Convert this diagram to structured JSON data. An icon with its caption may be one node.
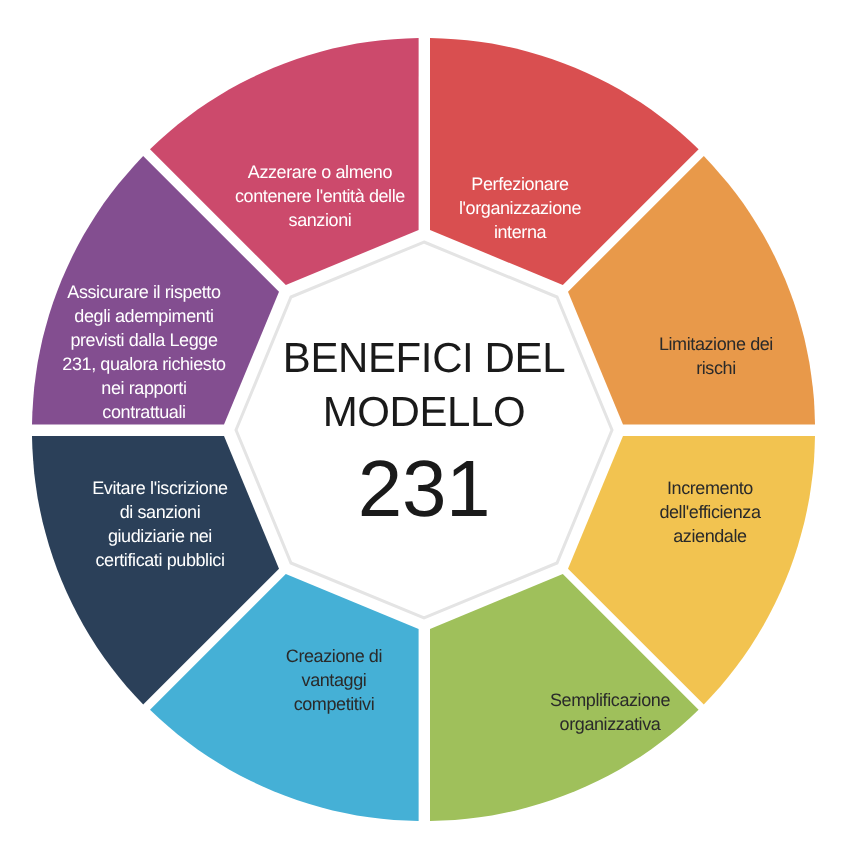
{
  "diagram": {
    "nodes": [
      {
        "text": [
          "BENEFICI DEL MODELLO",
          "231"
        ]
      },
      {
        "text": [
          "Azzerare o almeno contenere l'entità delle sanzioni"
        ]
      },
      {
        "text": [
          "Perfezionare l'organizzazione interna"
        ]
      },
      {
        "text": [
          "Limitazione dei rischi"
        ]
      },
      {
        "text": [
          "Incremento dell'efficienza aziendale"
        ]
      },
      {
        "text": [
          "Semplificazione organizzativa"
        ]
      },
      {
        "text": [
          "Creazione di vantaggi competitivi"
        ]
      },
      {
        "text": [
          "Evitare l'iscrizione di sanzioni giudiziarie nei certificati pubblici"
        ]
      },
      {
        "text": [
          "Assicurare il rispetto degli adempimenti previsti dalla Legge 231, qualora richiesto nei rapporti contrattuali"
        ]
      }
    ]
  }
}
